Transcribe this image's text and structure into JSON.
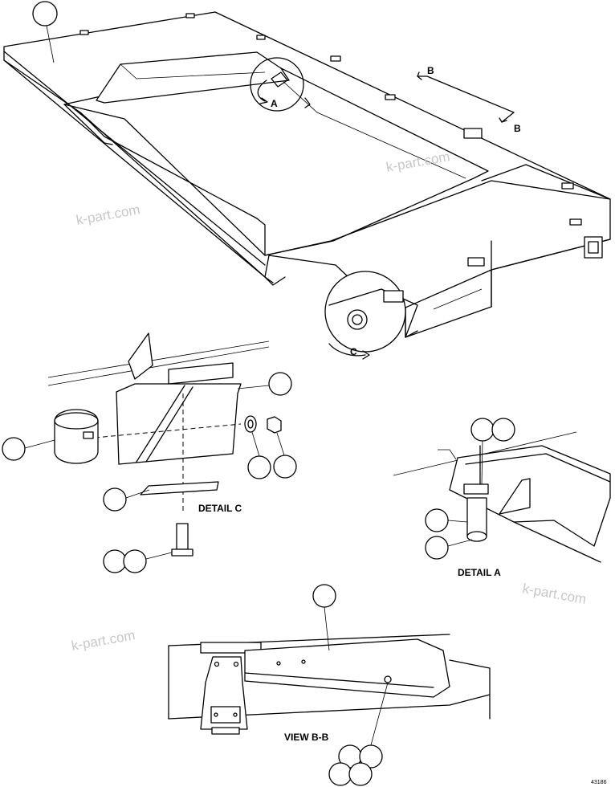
{
  "detail_labels": {
    "detail_c": "DETAIL C",
    "detail_a": "DETAIL A",
    "view_bb": "VIEW B-B"
  },
  "view_markers": {
    "a": "A",
    "b_start": "B",
    "b_end": "B",
    "c": "C"
  },
  "watermarks": [
    "k-part.com",
    "k-part.com",
    "k-part.com",
    "k-part.com"
  ],
  "figure_number": "43186",
  "icons": {
    "callout": "balloon-circle",
    "view_arrow": "arrow-icon"
  }
}
